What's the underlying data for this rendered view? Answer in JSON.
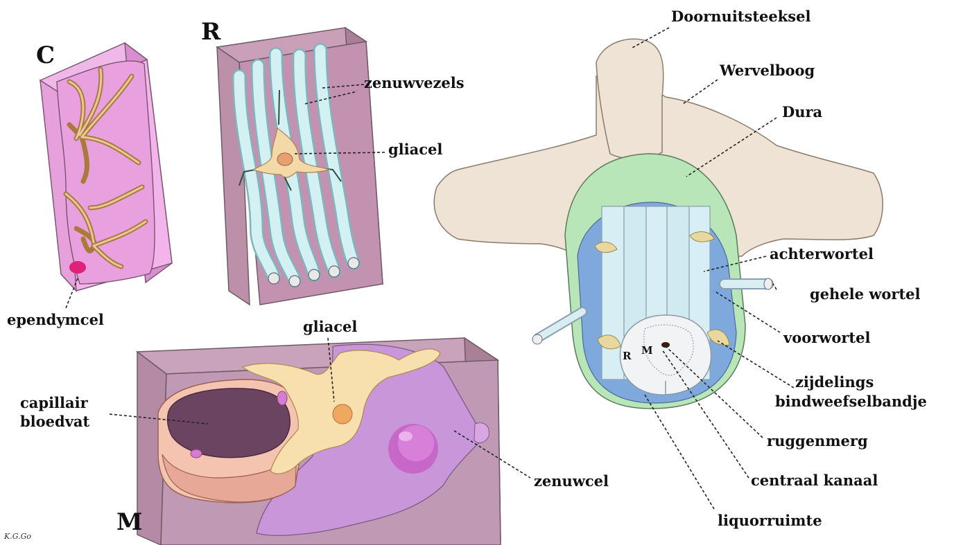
{
  "panels": {
    "c": "C",
    "r": "R",
    "m": "M"
  },
  "labels": {
    "ependymcel": "ependymcel",
    "zenuwvezels": "zenuwvezels",
    "gliacel_r": "gliacel",
    "gliacel_m": "gliacel",
    "capillair": "capillair",
    "bloedvat": "bloedvat",
    "zenuwcel": "zenuwcel",
    "doornuitsteeksel": "Doornuitsteeksel",
    "wervelboog": "Wervelboog",
    "dura": "Dura",
    "achterwortel": "achterwortel",
    "gehele_wortel": "gehele wortel",
    "voorwortel": "voorwortel",
    "zijdelings": "zijdelings",
    "bindweefselbandje": "bindweefselbandje",
    "ruggenmerg": "ruggenmerg",
    "centraal_kanaal": "centraal kanaal",
    "liquorruimte": "liquorruimte"
  },
  "cord_marks": {
    "r": "R",
    "m": "M"
  },
  "signature": "K.G.Go",
  "colors": {
    "block_pink": "#b98fa8",
    "block_lilac": "#e8a8e0",
    "fiber_cyan": "#cfecef",
    "glia_yellow": "#f3deb0",
    "vertebra_beige": "#efe3d5",
    "dura_green": "#b8e6b8",
    "liquor_blue": "#7fa8dc",
    "cord_white": "#f1f3f5"
  }
}
